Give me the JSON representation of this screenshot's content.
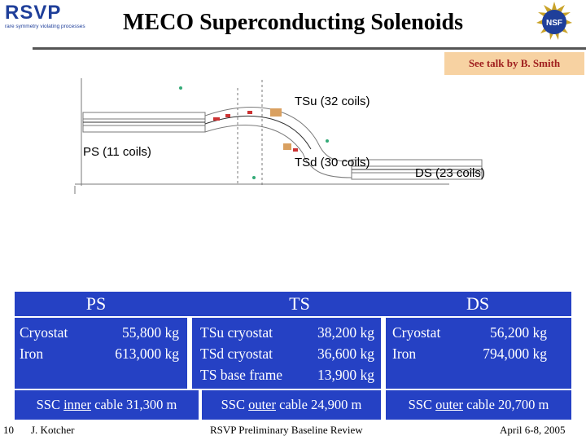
{
  "header": {
    "logo_text": "RSVP",
    "logo_tagline": "rare symmetry violating processes",
    "title": "MECO Superconducting Solenoids",
    "nsf_label": "NSF"
  },
  "callout": {
    "text": "See talk by B. Smith"
  },
  "drawing": {
    "labels": {
      "tsu": "TSu (32 coils)",
      "ps": "PS (11 coils)",
      "tsd": "TSd (30 coils)",
      "ds": "DS (23 coils)"
    }
  },
  "table": {
    "columns": [
      {
        "header": "PS",
        "lines": [
          {
            "label": "Cryostat",
            "value": "55,800 kg"
          },
          {
            "label": "Iron",
            "value": "613,000 kg"
          }
        ],
        "ssc": {
          "prefix": "SSC ",
          "type": "inner",
          "suffix": " cable  31,300 m"
        }
      },
      {
        "header": "TS",
        "lines": [
          {
            "label": "TSu cryostat",
            "value": "38,200 kg"
          },
          {
            "label": "TSd cryostat",
            "value": "36,600 kg"
          },
          {
            "label": "TS base frame",
            "value": "13,900 kg"
          }
        ],
        "ssc": {
          "prefix": "SSC ",
          "type": "outer",
          "suffix": " cable  24,900 m"
        }
      },
      {
        "header": "DS",
        "lines": [
          {
            "label": "Cryostat",
            "value": "56,200 kg"
          },
          {
            "label": "Iron",
            "value": "794,000 kg"
          }
        ],
        "ssc": {
          "prefix": "SSC ",
          "type": "outer",
          "suffix": " cable  20,700 m"
        }
      }
    ]
  },
  "footer": {
    "page_number": "10",
    "author": "J. Kotcher",
    "meeting": "RSVP Preliminary Baseline Review",
    "date": "April 6-8, 2005"
  },
  "colors": {
    "table_blue": "#2541c4",
    "callout_bg": "#f7d2a2",
    "callout_text": "#a0201f",
    "logo_blue": "#1f3f9a"
  }
}
